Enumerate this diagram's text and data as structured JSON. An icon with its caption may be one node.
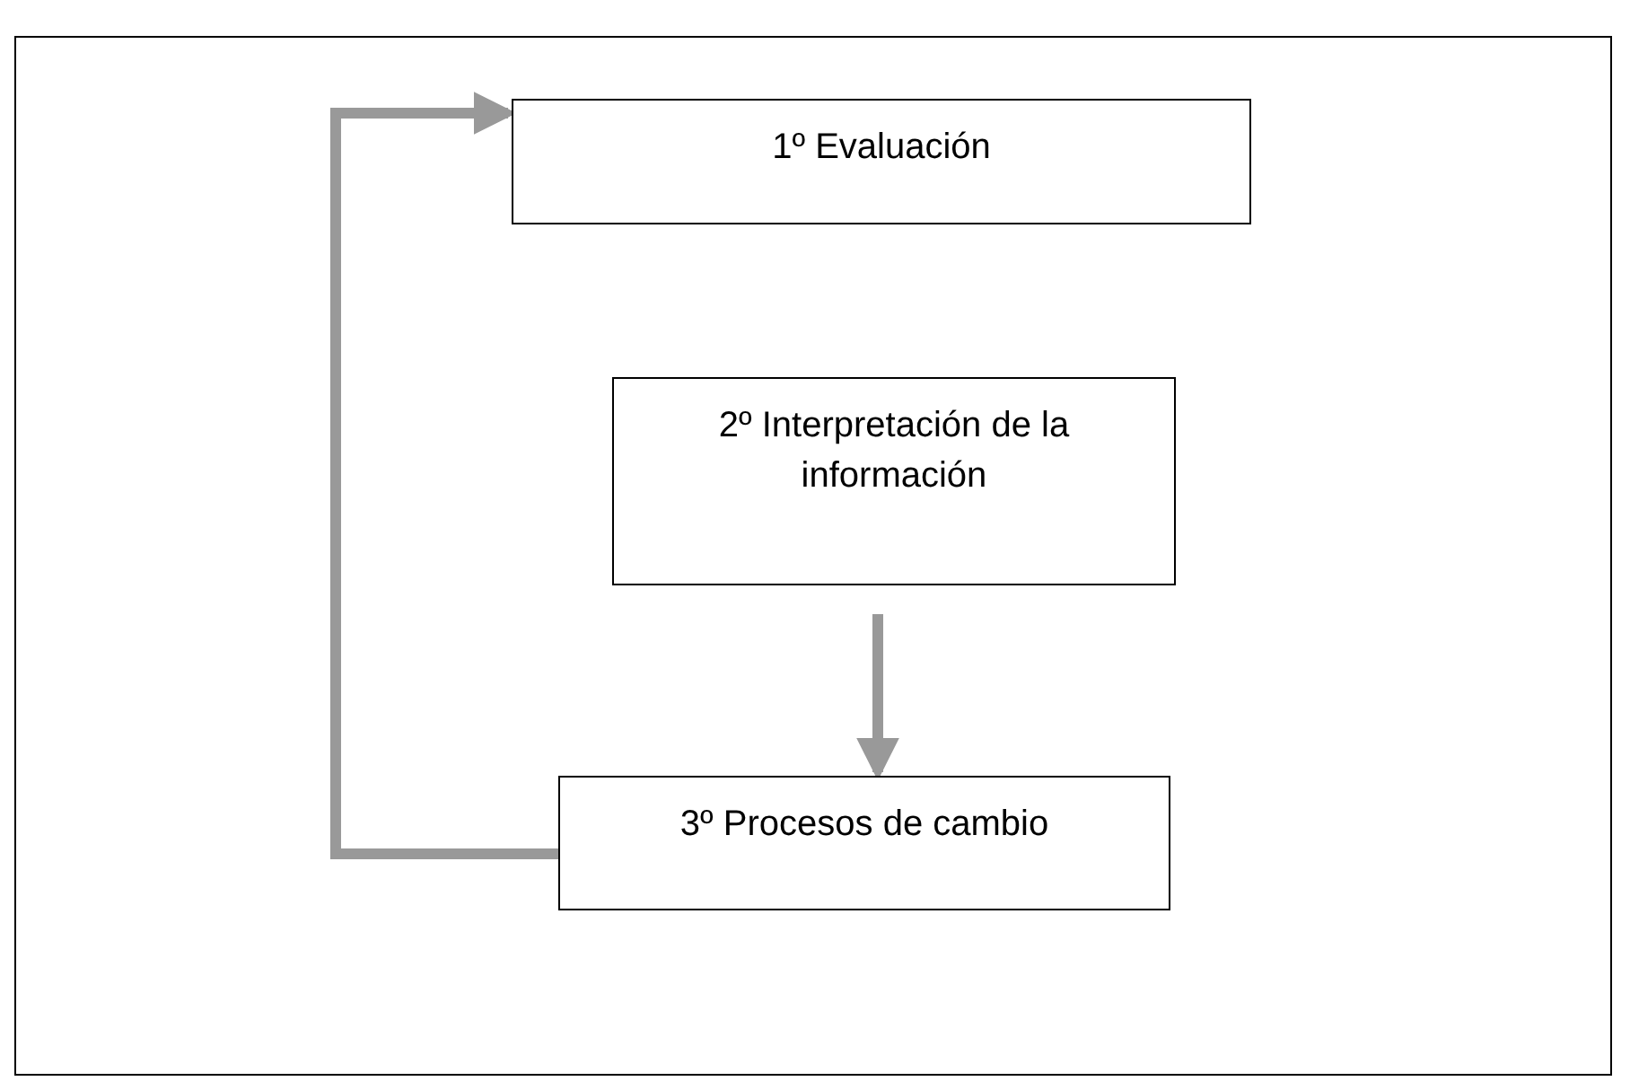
{
  "diagram": {
    "nodes": [
      {
        "text": [
          "1º Evaluación"
        ]
      },
      {
        "text": [
          "2º Interpretación de la información"
        ]
      },
      {
        "text": [
          "3º Procesos de cambio"
        ]
      }
    ],
    "edges": [
      {
        "from": 1,
        "to": 2,
        "arrow": "to"
      },
      {
        "from": 2,
        "to": 0,
        "arrow": "to"
      }
    ]
  }
}
